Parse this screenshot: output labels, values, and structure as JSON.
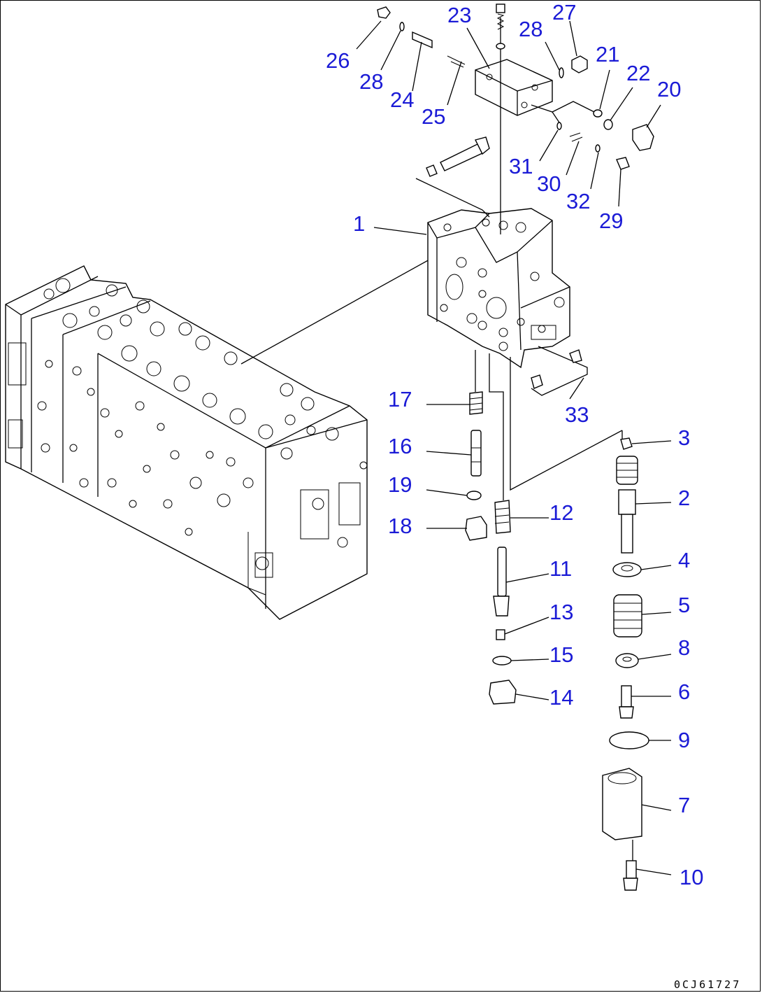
{
  "diagram": {
    "drawing_code": "0CJ61727",
    "callouts": [
      "1",
      "2",
      "3",
      "4",
      "5",
      "6",
      "7",
      "8",
      "9",
      "10",
      "11",
      "12",
      "13",
      "14",
      "15",
      "16",
      "17",
      "18",
      "19",
      "20",
      "21",
      "22",
      "23",
      "24",
      "25",
      "26",
      "27",
      "28",
      "28",
      "29",
      "30",
      "31",
      "32",
      "33"
    ],
    "accent_color": "#1b1bd6"
  }
}
